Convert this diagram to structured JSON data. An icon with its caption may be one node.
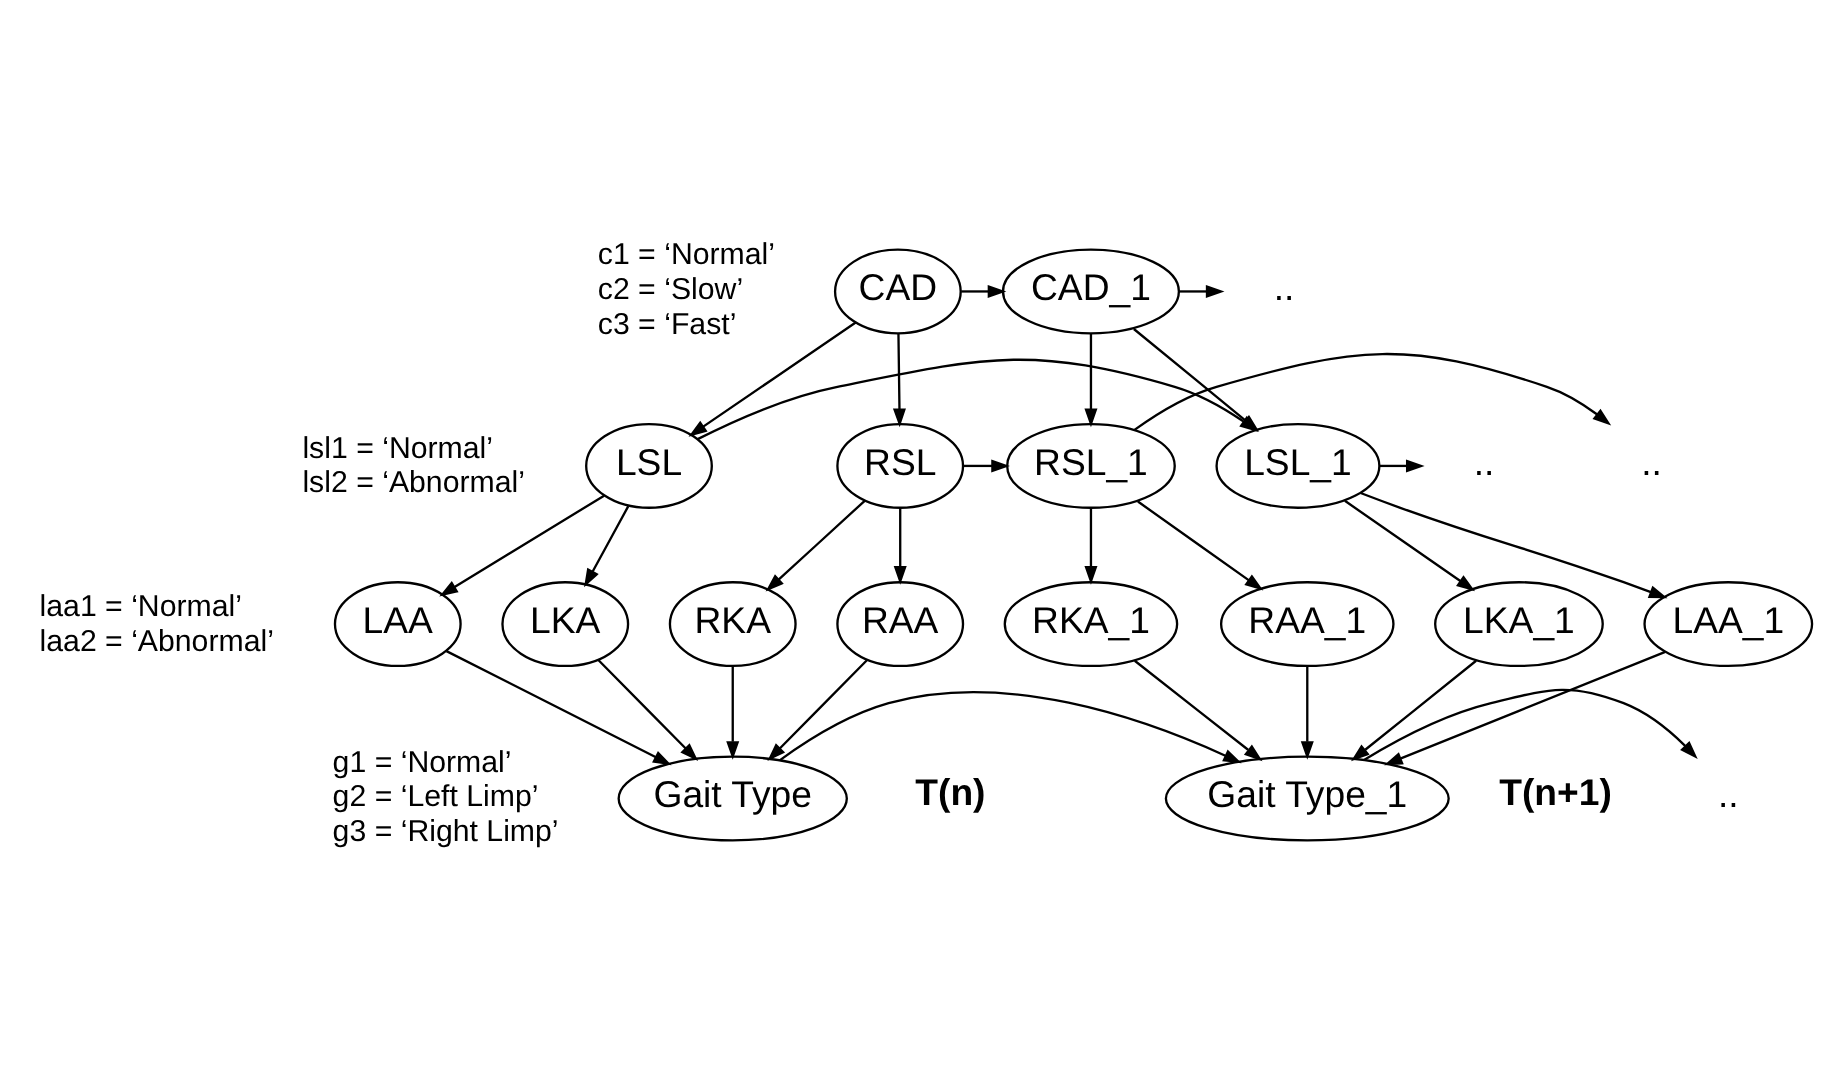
{
  "diagram": {
    "nodes": [
      {
        "text": [
          "CAD"
        ],
        "beside": [
          "c1 = ‘Normal’",
          "c2 = ‘Slow’",
          "c3 = ‘Fast’"
        ]
      },
      {
        "text": [
          "LSL"
        ],
        "beside": [
          "lsl1 = ‘Normal’",
          "lsl2 = ‘Abnormal’"
        ]
      },
      {
        "text": [
          "RSL"
        ]
      },
      {
        "text": [
          "LAA"
        ],
        "beside": [
          "laa1 = ‘Normal’",
          "laa2 = ‘Abnormal’"
        ]
      },
      {
        "text": [
          "LKA"
        ]
      },
      {
        "text": [
          "RAA"
        ]
      },
      {
        "text": [
          "RKA"
        ]
      },
      {
        "text": [
          "Gait Type"
        ],
        "beside": [
          "g1 = ‘Normal’",
          "g2 = ‘Left Limp’",
          "g3 = ‘Right Limp’"
        ]
      },
      {
        "text": [
          "CAD_1"
        ]
      },
      {
        "text": [
          "LSL_1"
        ]
      },
      {
        "text": [
          "RSL_1"
        ]
      },
      {
        "text": [
          "LAA_1"
        ]
      },
      {
        "text": [
          "LKA_1"
        ]
      },
      {
        "text": [
          "RAA_1"
        ]
      },
      {
        "text": [
          "RKA_1"
        ]
      },
      {
        "text": [
          "Gait Type_1"
        ]
      },
      {
        "text": [
          ".."
        ]
      },
      {
        "text": [
          ".."
        ]
      },
      {
        "text": [
          ".."
        ]
      },
      {
        "text": [
          ".."
        ]
      }
    ],
    "edges": [
      {
        "from": 0,
        "to": 1,
        "arrow": "to"
      },
      {
        "from": 0,
        "to": 2,
        "arrow": "to"
      },
      {
        "from": 1,
        "to": 3,
        "arrow": "to"
      },
      {
        "from": 1,
        "to": 4,
        "arrow": "to"
      },
      {
        "from": 2,
        "to": 5,
        "arrow": "to"
      },
      {
        "from": 2,
        "to": 6,
        "arrow": "to"
      },
      {
        "from": 3,
        "to": 7,
        "arrow": "to"
      },
      {
        "from": 4,
        "to": 7,
        "arrow": "to"
      },
      {
        "from": 5,
        "to": 7,
        "arrow": "to"
      },
      {
        "from": 6,
        "to": 7,
        "arrow": "to"
      },
      {
        "from": 0,
        "to": 8,
        "arrow": "to"
      },
      {
        "from": 1,
        "to": 9,
        "arrow": "to"
      },
      {
        "from": 2,
        "to": 10,
        "arrow": "to"
      },
      {
        "from": 7,
        "to": 15,
        "arrow": "to"
      },
      {
        "from": 8,
        "to": 9,
        "arrow": "to"
      },
      {
        "from": 8,
        "to": 10,
        "arrow": "to"
      },
      {
        "from": 9,
        "to": 11,
        "arrow": "to"
      },
      {
        "from": 9,
        "to": 12,
        "arrow": "to"
      },
      {
        "from": 10,
        "to": 13,
        "arrow": "to"
      },
      {
        "from": 10,
        "to": 14,
        "arrow": "to"
      },
      {
        "from": 11,
        "to": 15,
        "arrow": "to"
      },
      {
        "from": 12,
        "to": 15,
        "arrow": "to"
      },
      {
        "from": 13,
        "to": 15,
        "arrow": "to"
      },
      {
        "from": 14,
        "to": 15,
        "arrow": "to"
      },
      {
        "from": 8,
        "to": 16,
        "arrow": "to"
      },
      {
        "from": 9,
        "to": 17,
        "arrow": "to"
      },
      {
        "from": 10,
        "to": 18,
        "arrow": "to"
      },
      {
        "from": 15,
        "to": 19,
        "arrow": "to"
      }
    ],
    "labels": [
      "T(n)",
      "T(n+1)"
    ]
  }
}
